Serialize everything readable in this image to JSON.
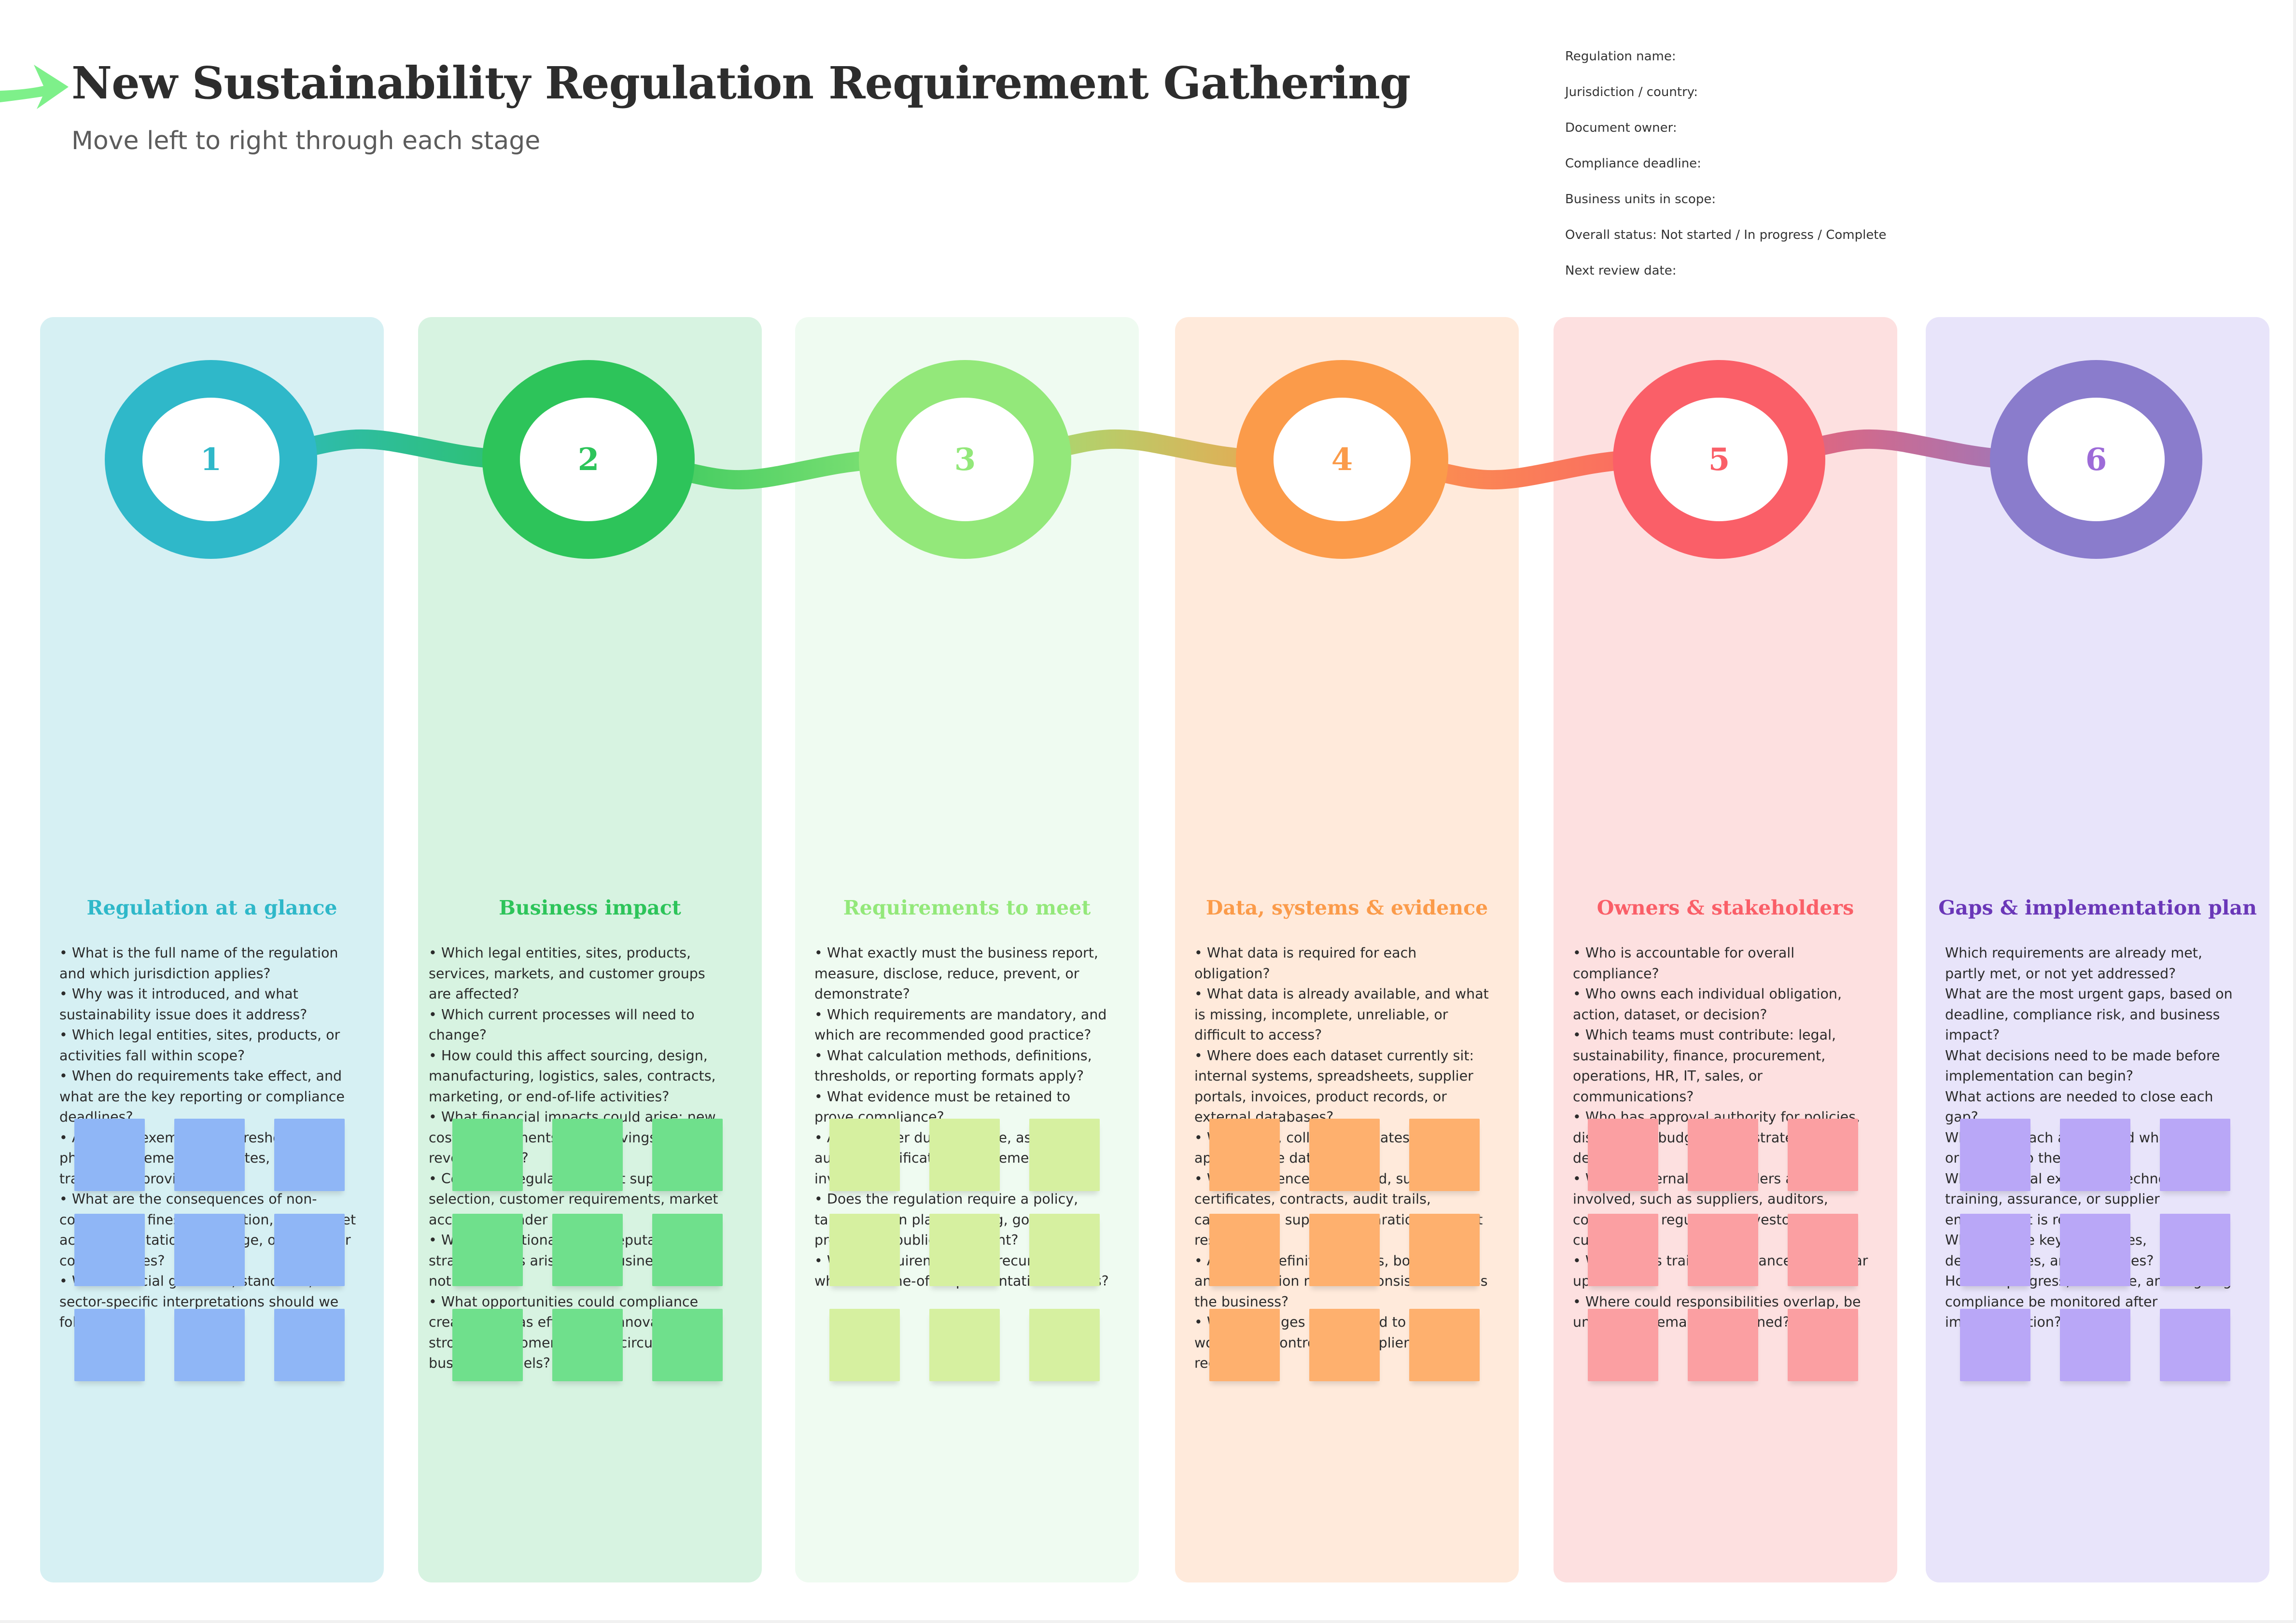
{
  "header": {
    "title": "New Sustainability Regulation Requirement Gathering",
    "subtitle": "Move left to right through each stage",
    "arrow_icon": "arrow-right-icon",
    "arrow_color": "#7ef08a"
  },
  "meta": {
    "fields": [
      "Regulation name:",
      "Jurisdiction / country:",
      "Document owner:",
      "Compliance deadline:",
      "Business units in scope:",
      "Overall status: Not started / In progress / Complete",
      "Next review date:"
    ]
  },
  "stages": [
    {
      "number": "1",
      "title": "Regulation at a glance",
      "accent": "#2fb8c9",
      "panel": "#d6f0f3",
      "note_color": "#8fb6f6",
      "questions": [
        "• What is the full name of the regulation and which jurisdiction applies?",
        "• Why was it introduced, and what sustainability issue does it address?",
        "• Which legal entities, sites, products, or activities fall within scope?",
        "• When do requirements take effect, and what are the key reporting or compliance deadlines?",
        "• Are there exemptions, thresholds, phased implementation dates, or transitional provisions?",
        "• What are the consequences of non-compliance: fines, legal action, lost market access, reputational damage, or customer consequences?",
        "• Which official guidance, standards, or sector-specific interpretations should we follow?"
      ]
    },
    {
      "number": "2",
      "title": "Business impact",
      "accent": "#2dc45a",
      "panel": "#d7f3e1",
      "note_color": "#6fe08c",
      "questions": [
        "• Which legal entities, sites, products, services, markets, and customer groups are affected?",
        "• Which current processes will need to change?",
        "• How could this affect sourcing, design, manufacturing, logistics, sales, contracts, marketing, or end-of-life activities?",
        "• What financial impacts could arise: new costs, investments, fees, savings, or revenue risks?",
        "• Could the regulation affect supplier selection, customer requirements, market access, or tender eligibility?",
        "• What operational, legal, reputational, or strategic risks arise if the business does not act?",
        "• What opportunities could compliance create, such as efficiency, innovation, stronger customer trust, or circular business models?"
      ]
    },
    {
      "number": "3",
      "title": "Requirements to meet",
      "accent": "#93e87a",
      "panel": "#effbf1",
      "note_color": "#d6f0a0",
      "questions": [
        "• What exactly must the business report, measure, disclose, reduce, prevent, or demonstrate?",
        "• Which requirements are mandatory, and which are recommended good practice?",
        "• What calculation methods, definitions, thresholds, or reporting formats apply?",
        "• What evidence must be retained to prove compliance?",
        "• Are supplier due-diligence, assurance, audit, or verification requirements involved?",
        "• Does the regulation require a policy, target, action plan, training, governance process, or public statement?",
        "• Which requirements are recurring, and which are one-off implementation actions?"
      ]
    },
    {
      "number": "4",
      "title": "Data, systems & evidence",
      "accent": "#fb9b4a",
      "panel": "#ffeadb",
      "note_color": "#feb06e",
      "questions": [
        "• What data is required for each obligation?",
        "• What data is already available, and what is missing, incomplete, unreliable, or difficult to access?",
        "• Where does each dataset currently sit: internal systems, spreadsheets, supplier portals, invoices, product records, or external databases?",
        "• Who owns, collects, validates, and approves the data?",
        "• What evidence is required, such as certificates, contracts, audit trails, calculations, supplier declarations, or test results?",
        "• Are data definitions, units, boundaries, and calculation methods consistent across the business?",
        "• What changes are needed to systems, workflows, controls, or supplier data requests?"
      ]
    },
    {
      "number": "5",
      "title": "Owners & stakeholders",
      "accent": "#fa5f68",
      "panel": "#fde0e0",
      "note_color": "#fb9fa2",
      "questions": [
        "• Who is accountable for overall compliance?",
        "• Who owns each individual obligation, action, dataset, or decision?",
        "• Which teams must contribute: legal, sustainability, finance, procurement, operations, HR, IT, sales, or communications?",
        "• Who has approval authority for policies, disclosures, budgets, and strategic decisions?",
        "• Which external stakeholders are involved, such as suppliers, auditors, consultants, regulators, investors, or customers?",
        "• Who needs training, guidance, or regular updates?",
        "• Where could responsibilities overlap, be unclear, or remain unassigned?"
      ]
    },
    {
      "number": "6",
      "title": "Gaps & implementation plan",
      "accent": "#8a7ccc",
      "title_color": "#6a37b8",
      "number_color": "#9d6bd8",
      "panel": "#e8e4fa",
      "note_color": "#b9a7f7",
      "questions": [
        "Which requirements are already met, partly met, or not yet addressed?",
        "What are the most urgent gaps, based on deadline, compliance risk, and business impact?",
        "What decisions need to be made before implementation can begin?",
        "What actions are needed to close each gap?",
        "Who owns each action, and what support or budget do they need?",
        "What external expertise, technology, training, assurance, or supplier engagement is required?",
        "What are the key milestones, dependencies, and deadlines?",
        "How will progress, evidence, and ongoing compliance be monitored after implementation?"
      ]
    }
  ]
}
